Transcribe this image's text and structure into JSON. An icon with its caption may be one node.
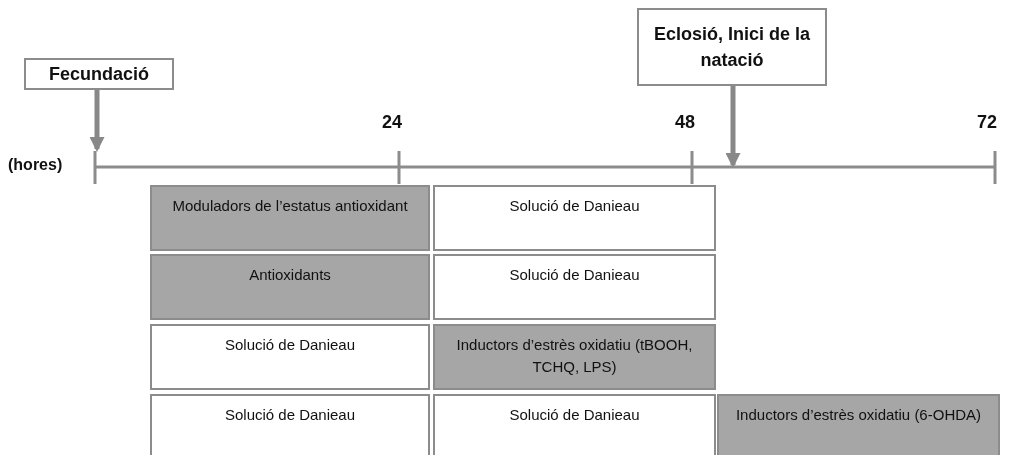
{
  "diagram": {
    "nodes": [
      {
        "text": [
          "Fecundació"
        ]
      },
      {
        "text": [
          "Eclosió, Inici de la natació"
        ]
      },
      {
        "text": [
          "Moduladors de l’estatus antioxidant"
        ]
      },
      {
        "text": [
          "Solució de Danieau"
        ]
      },
      {
        "text": [
          "Antioxidants"
        ]
      },
      {
        "text": [
          "Solució de Danieau"
        ]
      },
      {
        "text": [
          "Solució de Danieau"
        ]
      },
      {
        "text": [
          "Inductors d’estrès oxidatiu (tBOOH, TCHQ, LPS)"
        ]
      },
      {
        "text": [
          "Solució de Danieau"
        ]
      },
      {
        "text": [
          "Solució de Danieau"
        ]
      },
      {
        "text": [
          "Inductors d’estrès oxidatiu (6-OHDA)"
        ]
      },
      {
        "text": [],
        "shape": "bar"
      }
    ],
    "edges": [
      {
        "from": 0,
        "to": 11,
        "arrow": "to"
      },
      {
        "from": 1,
        "to": 11,
        "arrow": "to"
      }
    ],
    "labels": [
      "24",
      "48",
      "72",
      "(hores)"
    ]
  }
}
